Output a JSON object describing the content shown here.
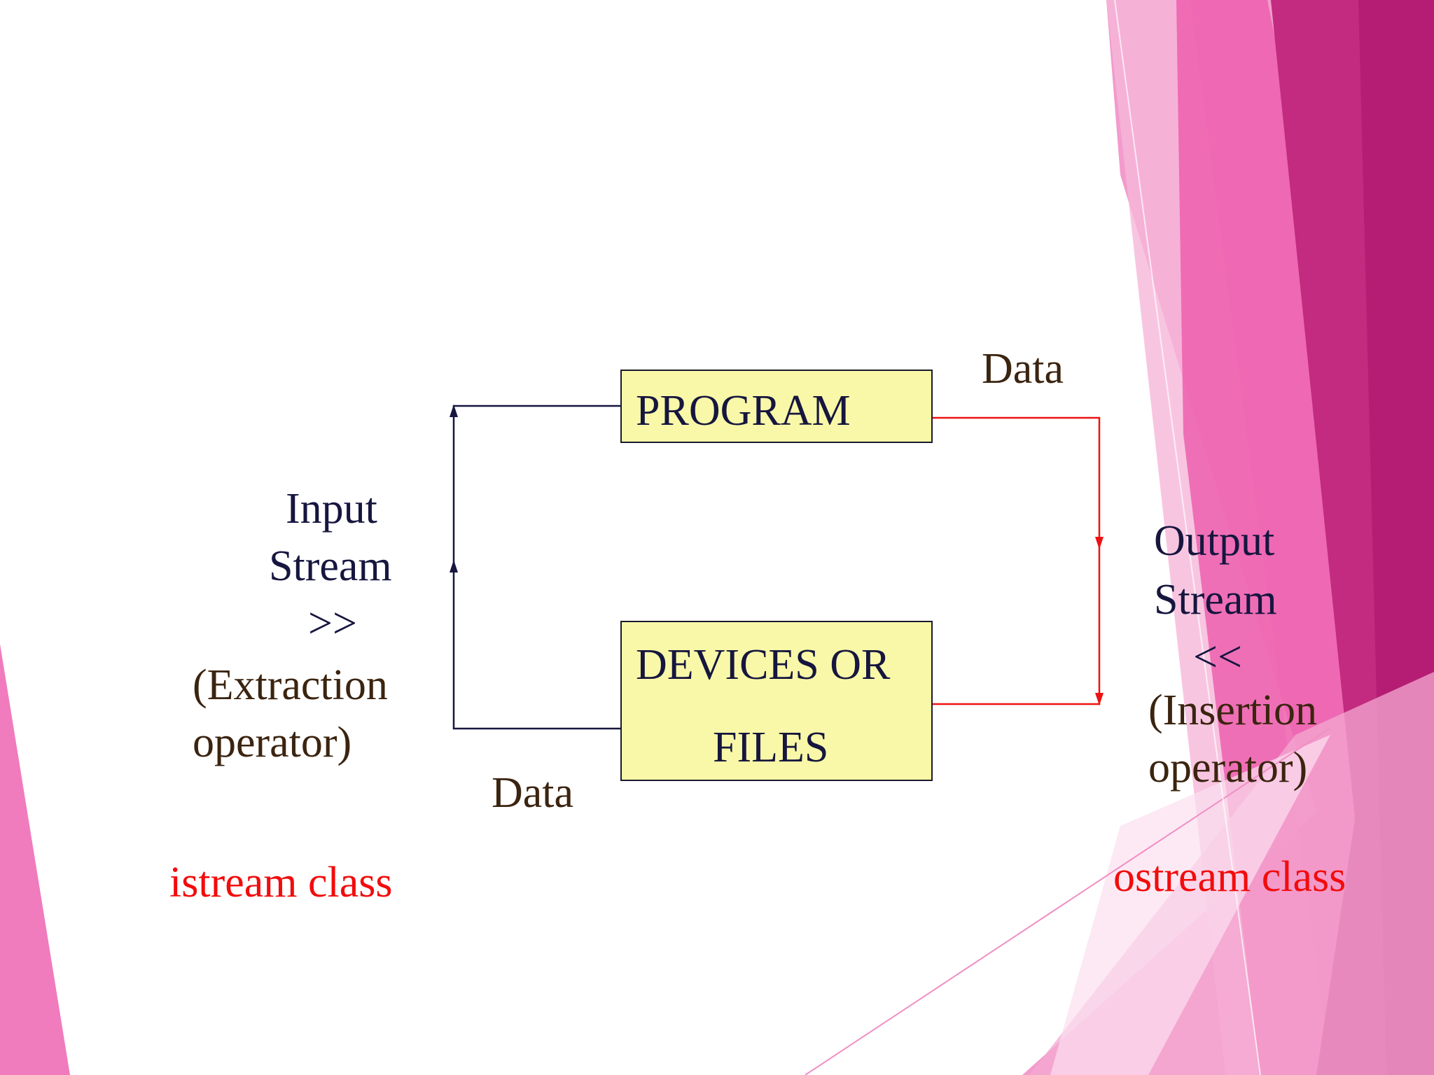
{
  "boxes": {
    "program": "PROGRAM",
    "devices_line1": "DEVICES OR",
    "devices_line2": "FILES"
  },
  "input": {
    "line1": "Input",
    "line2": "Stream",
    "operator": ">>",
    "desc_line1": "(Extraction",
    "desc_line2": "operator)",
    "data_label": "Data",
    "class_label": "istream class"
  },
  "output": {
    "line1": "Output",
    "line2": "Stream",
    "operator": "<<",
    "desc_line1": "(Insertion",
    "desc_line2": "operator)",
    "data_label": "Data",
    "class_label": "ostream class"
  },
  "colors": {
    "input_arrow": "#16163f",
    "output_arrow": "#ee1111",
    "box_fill": "#f8f8a8",
    "accent_magenta": "#c0267a"
  }
}
